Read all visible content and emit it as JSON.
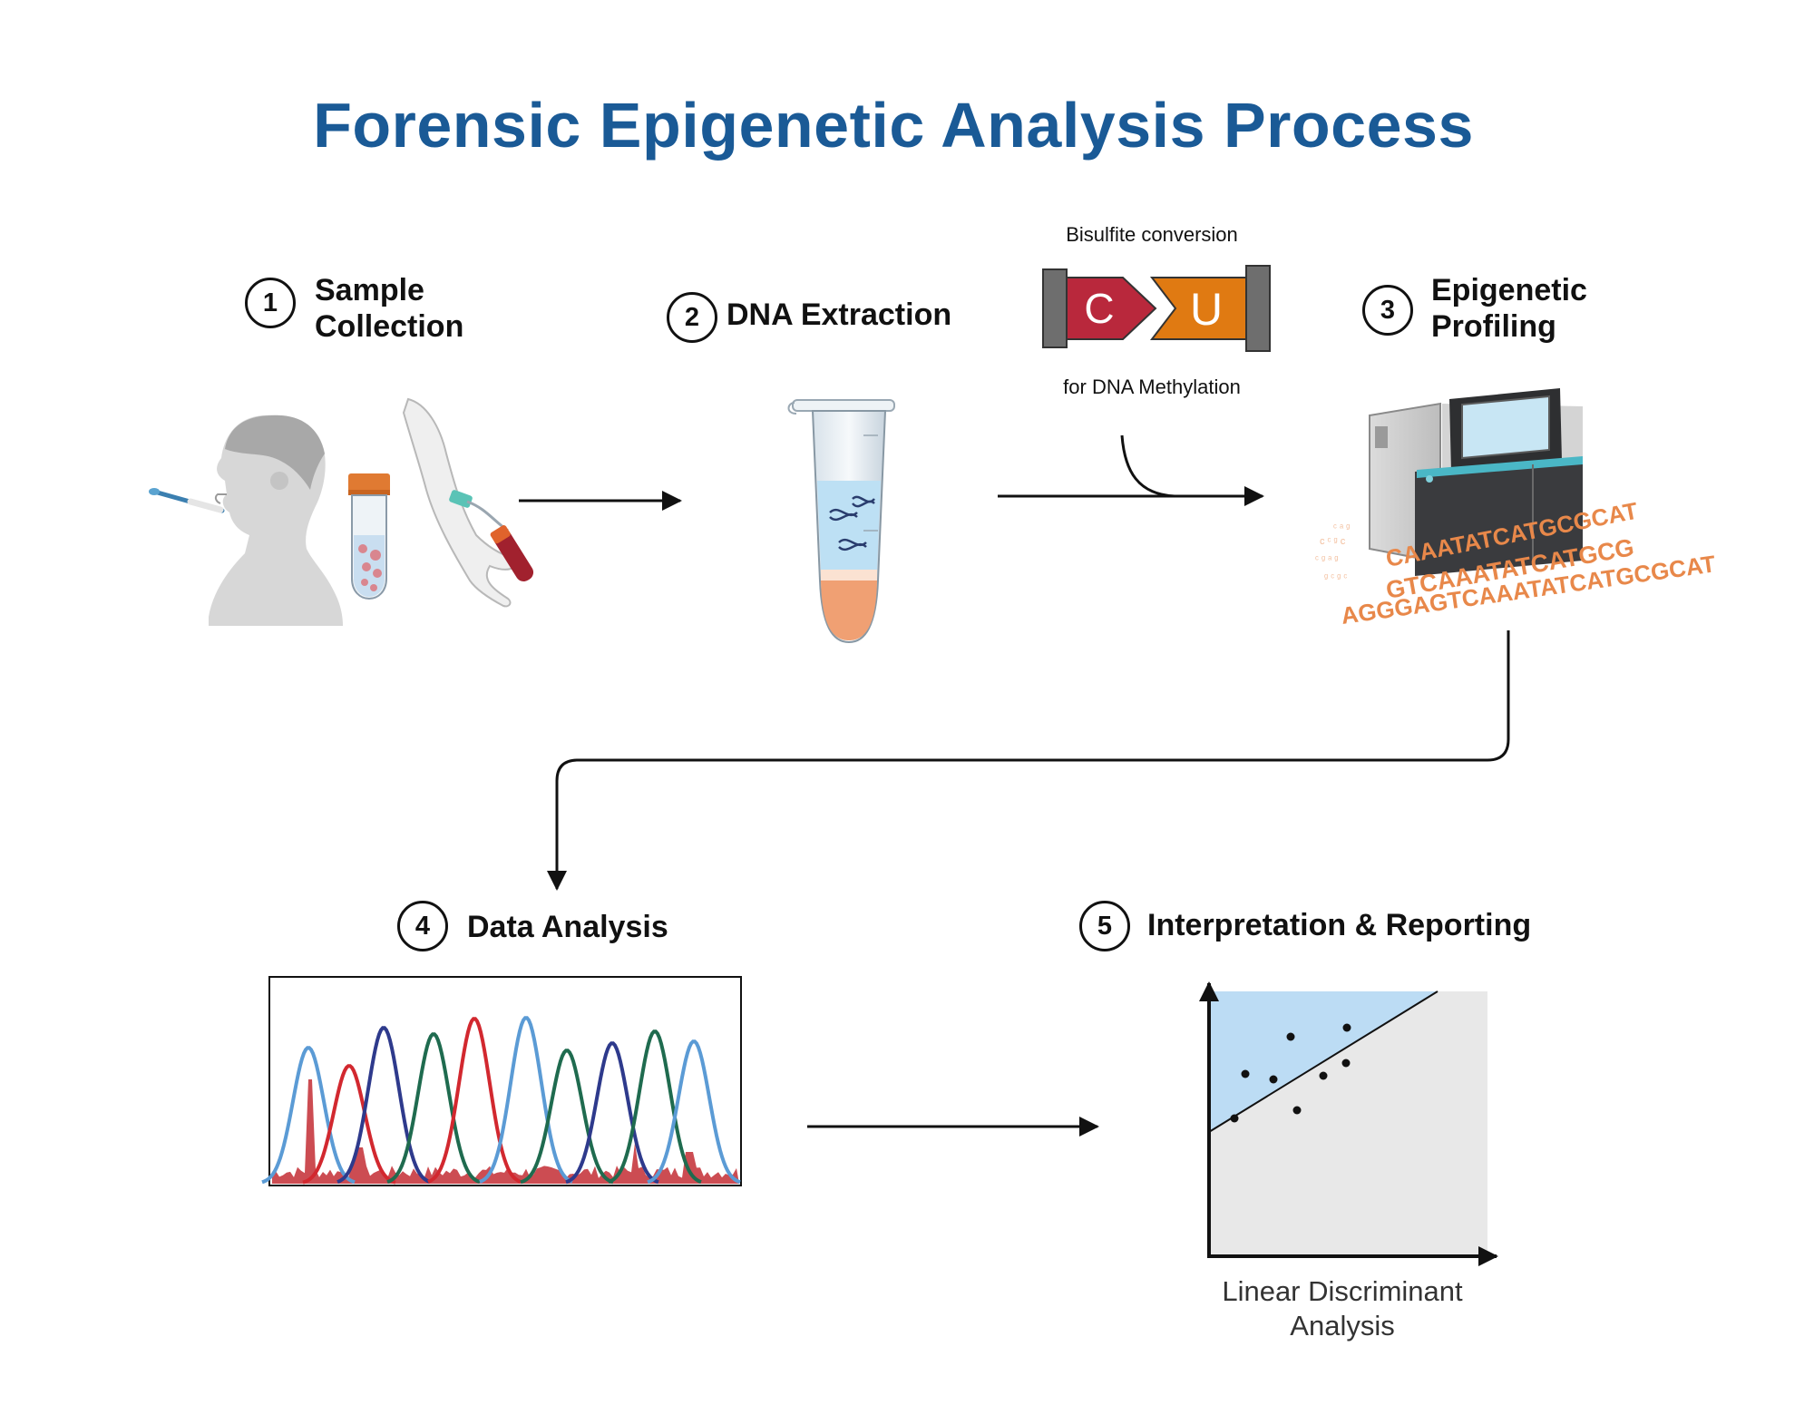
{
  "title": "Forensic Epigenetic Analysis Process",
  "steps": [
    {
      "number": "1",
      "label_line1": "Sample",
      "label_line2": "Collection"
    },
    {
      "number": "2",
      "label": "DNA Extraction"
    },
    {
      "number": "3",
      "label_line1": "Epigenetic",
      "label_line2": "Profiling"
    },
    {
      "number": "4",
      "label": "Data Analysis"
    },
    {
      "number": "5",
      "label": "Interpretation & Reporting"
    }
  ],
  "conversion": {
    "top_text": "Bisulfite conversion",
    "bottom_text": "for DNA Methylation",
    "from_base": "C",
    "to_base": "U"
  },
  "sequence_lines": [
    "CAAATATCATGCGCAT",
    "GTCAAATATCATGCG",
    "AGGGAGTCAAATATCATGCGCAT"
  ],
  "lda_label_line1": "Linear Discriminant",
  "lda_label_line2": "Analysis",
  "colors": {
    "title": "#1a5a96",
    "c_block": "#b9283c",
    "u_block": "#e07a12",
    "sequence": "#e8884a",
    "lda_region": "#bcdcf4",
    "trace_blue": "#5b9bd5",
    "trace_red": "#d2282f",
    "trace_navy": "#2e3a8c",
    "trace_green": "#1f6b4f"
  }
}
